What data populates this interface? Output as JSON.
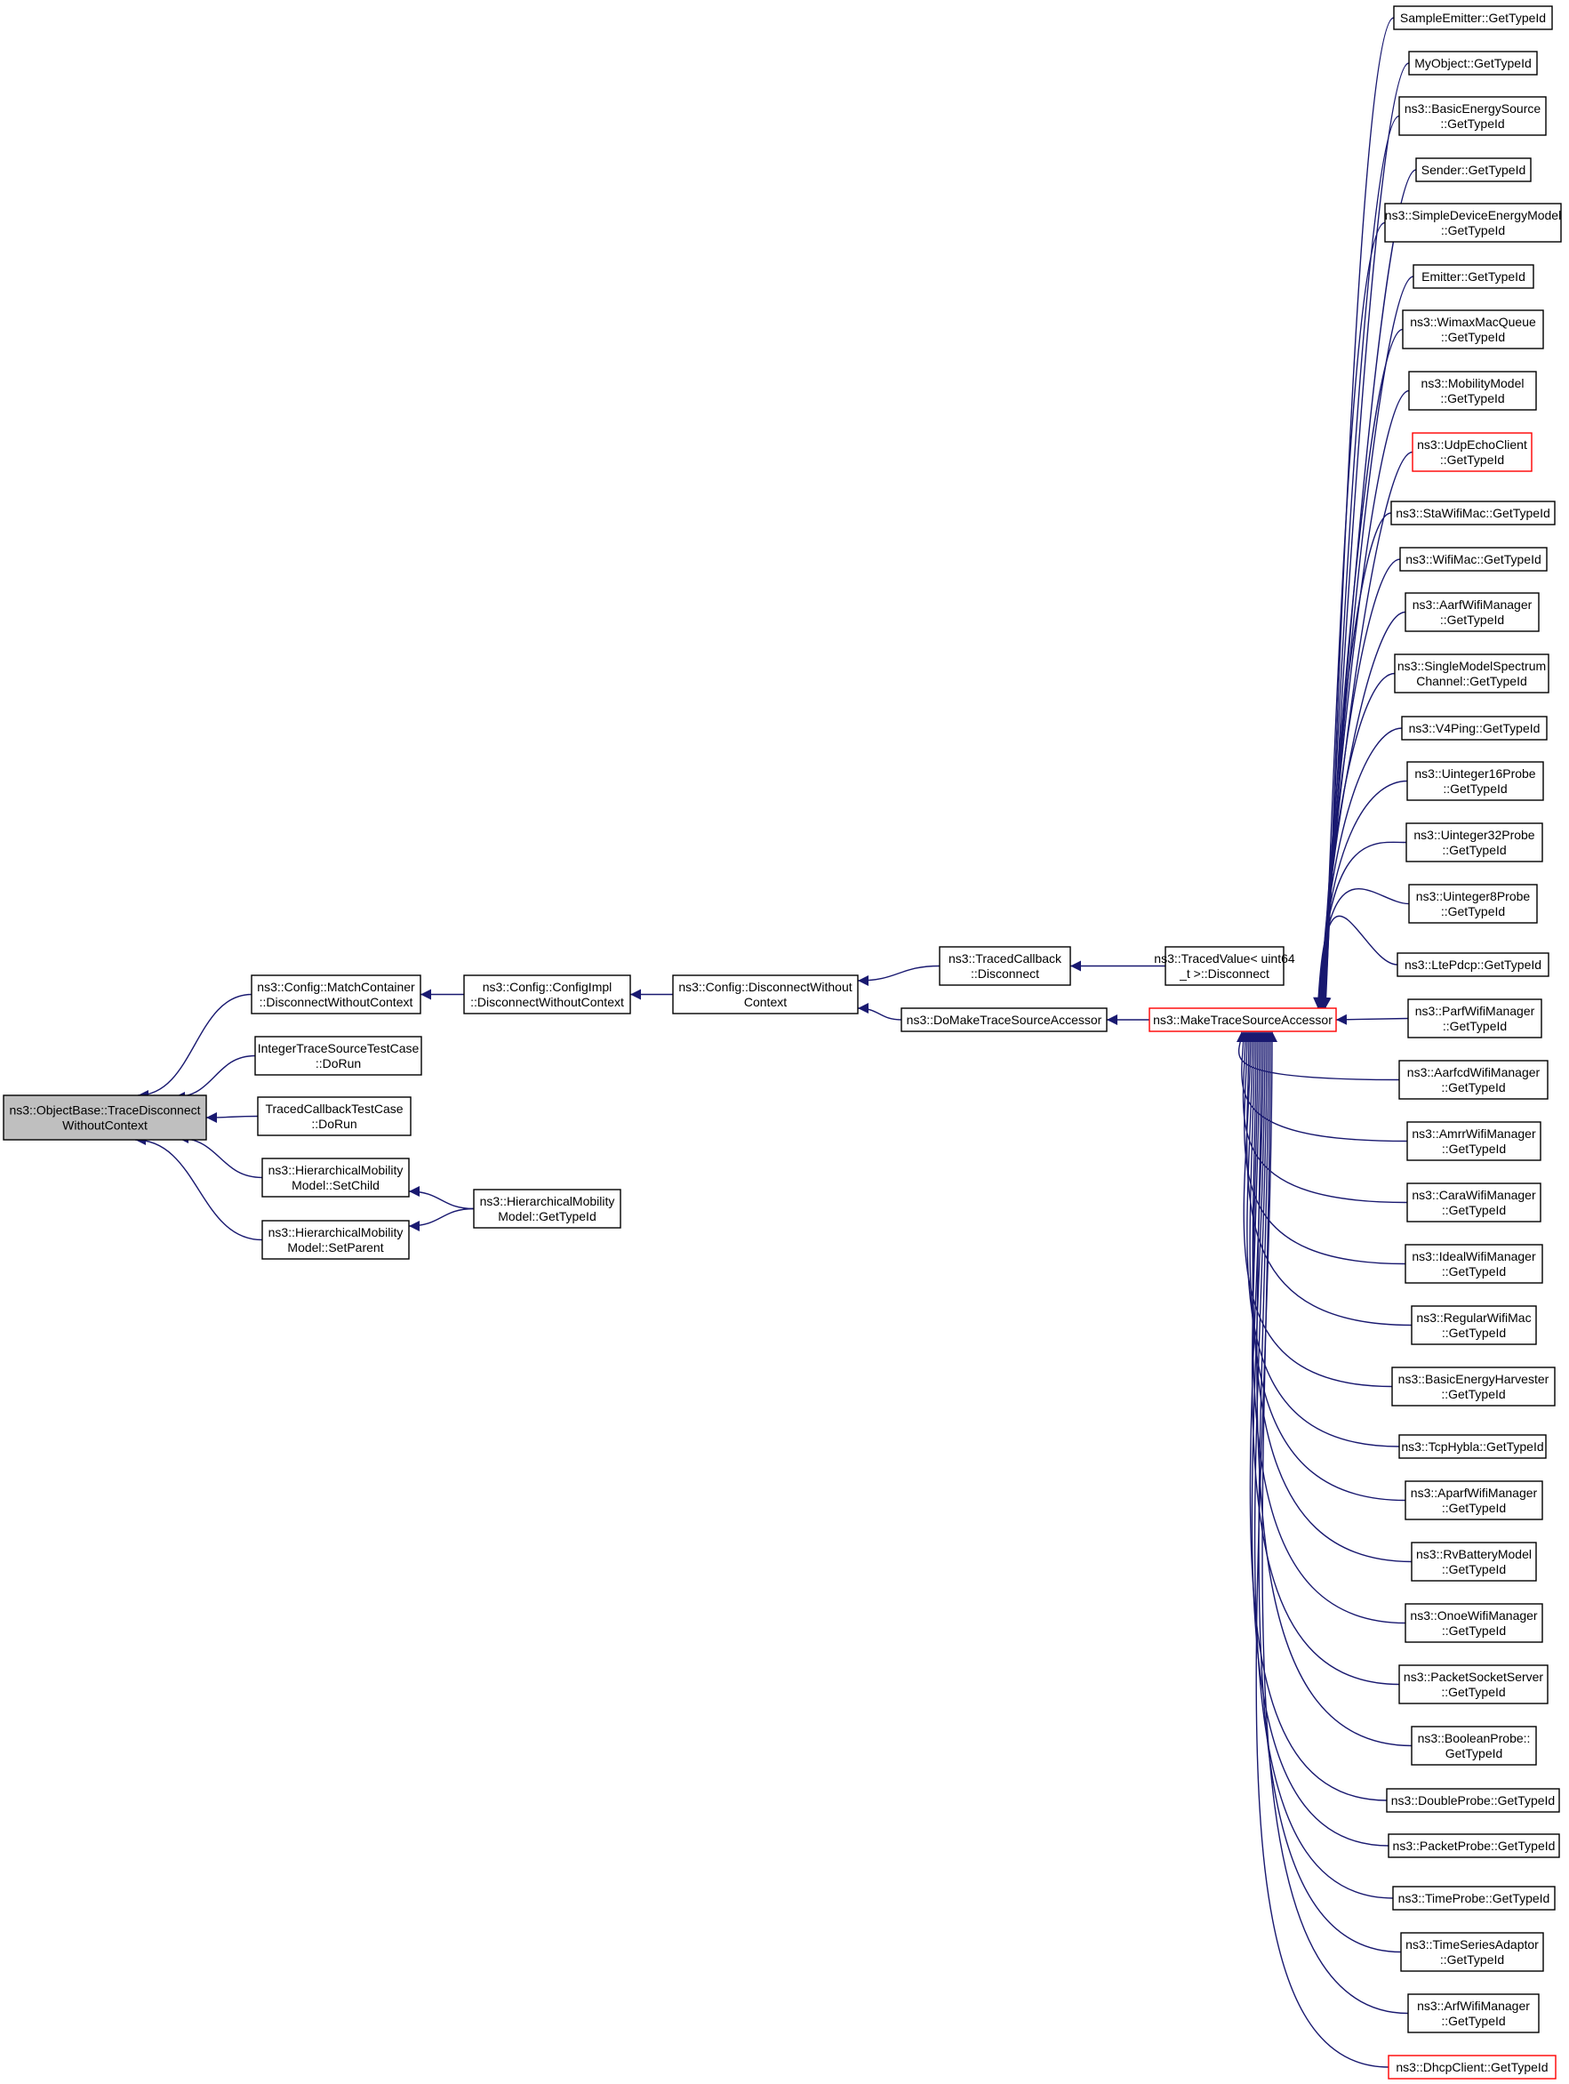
{
  "colors": {
    "edge": "#191970",
    "node_border": "#000000",
    "node_border_incomplete": "#ff0000",
    "node_fill": "#ffffff",
    "root_fill": "#bfbfbf",
    "text": "#000000"
  },
  "root": {
    "id": "root",
    "lines": [
      "ns3::ObjectBase::TraceDisconnect",
      "WithoutContext"
    ]
  },
  "level1": [
    {
      "id": "matchcontainer",
      "lines": [
        "ns3::Config::MatchContainer",
        "::DisconnectWithoutContext"
      ]
    },
    {
      "id": "integertest",
      "lines": [
        "IntegerTraceSourceTestCase",
        "::DoRun"
      ]
    },
    {
      "id": "tracedcbtest",
      "lines": [
        "TracedCallbackTestCase",
        "::DoRun"
      ]
    },
    {
      "id": "setchild",
      "lines": [
        "ns3::HierarchicalMobility",
        "Model::SetChild"
      ]
    },
    {
      "id": "setparent",
      "lines": [
        "ns3::HierarchicalMobility",
        "Model::SetParent"
      ]
    }
  ],
  "level2": [
    {
      "id": "configimpl",
      "lines": [
        "ns3::Config::ConfigImpl",
        "::DisconnectWithoutContext"
      ]
    },
    {
      "id": "hiergettypeid",
      "lines": [
        "ns3::HierarchicalMobility",
        "Model::GetTypeId"
      ]
    }
  ],
  "level3": [
    {
      "id": "configdisconnect",
      "lines": [
        "ns3::Config::DisconnectWithout",
        "Context"
      ]
    }
  ],
  "level4": [
    {
      "id": "tracedcallback",
      "lines": [
        "ns3::TracedCallback",
        "::Disconnect"
      ]
    },
    {
      "id": "domake",
      "lines": [
        "ns3::DoMakeTraceSourceAccessor"
      ]
    }
  ],
  "level5": [
    {
      "id": "tracedvalue",
      "lines": [
        "ns3::TracedValue< uint64",
        "_t >::Disconnect"
      ]
    },
    {
      "id": "maketsa",
      "lines": [
        "ns3::MakeTraceSourceAccessor"
      ],
      "incomplete": true
    }
  ],
  "callers": [
    {
      "lines": [
        "SampleEmitter::GetTypeId"
      ]
    },
    {
      "lines": [
        "MyObject::GetTypeId"
      ]
    },
    {
      "lines": [
        "ns3::BasicEnergySource",
        "::GetTypeId"
      ]
    },
    {
      "lines": [
        "Sender::GetTypeId"
      ]
    },
    {
      "lines": [
        "ns3::SimpleDeviceEnergyModel",
        "::GetTypeId"
      ]
    },
    {
      "lines": [
        "Emitter::GetTypeId"
      ]
    },
    {
      "lines": [
        "ns3::WimaxMacQueue",
        "::GetTypeId"
      ]
    },
    {
      "lines": [
        "ns3::MobilityModel",
        "::GetTypeId"
      ]
    },
    {
      "lines": [
        "ns3::UdpEchoClient",
        "::GetTypeId"
      ],
      "incomplete": true
    },
    {
      "lines": [
        "ns3::StaWifiMac::GetTypeId"
      ]
    },
    {
      "lines": [
        "ns3::WifiMac::GetTypeId"
      ]
    },
    {
      "lines": [
        "ns3::AarfWifiManager",
        "::GetTypeId"
      ]
    },
    {
      "lines": [
        "ns3::SingleModelSpectrum",
        "Channel::GetTypeId"
      ]
    },
    {
      "lines": [
        "ns3::V4Ping::GetTypeId"
      ]
    },
    {
      "lines": [
        "ns3::Uinteger16Probe",
        "::GetTypeId"
      ]
    },
    {
      "lines": [
        "ns3::Uinteger32Probe",
        "::GetTypeId"
      ]
    },
    {
      "lines": [
        "ns3::Uinteger8Probe",
        "::GetTypeId"
      ]
    },
    {
      "lines": [
        "ns3::LtePdcp::GetTypeId"
      ]
    },
    {
      "lines": [
        "ns3::ParfWifiManager",
        "::GetTypeId"
      ]
    },
    {
      "lines": [
        "ns3::AarfcdWifiManager",
        "::GetTypeId"
      ]
    },
    {
      "lines": [
        "ns3::AmrrWifiManager",
        "::GetTypeId"
      ]
    },
    {
      "lines": [
        "ns3::CaraWifiManager",
        "::GetTypeId"
      ]
    },
    {
      "lines": [
        "ns3::IdealWifiManager",
        "::GetTypeId"
      ]
    },
    {
      "lines": [
        "ns3::RegularWifiMac",
        "::GetTypeId"
      ]
    },
    {
      "lines": [
        "ns3::BasicEnergyHarvester",
        "::GetTypeId"
      ]
    },
    {
      "lines": [
        "ns3::TcpHybla::GetTypeId"
      ]
    },
    {
      "lines": [
        "ns3::AparfWifiManager",
        "::GetTypeId"
      ]
    },
    {
      "lines": [
        "ns3::RvBatteryModel",
        "::GetTypeId"
      ]
    },
    {
      "lines": [
        "ns3::OnoeWifiManager",
        "::GetTypeId"
      ]
    },
    {
      "lines": [
        "ns3::PacketSocketServer",
        "::GetTypeId"
      ]
    },
    {
      "lines": [
        "ns3::BooleanProbe::",
        "GetTypeId"
      ]
    },
    {
      "lines": [
        "ns3::DoubleProbe::GetTypeId"
      ]
    },
    {
      "lines": [
        "ns3::PacketProbe::GetTypeId"
      ]
    },
    {
      "lines": [
        "ns3::TimeProbe::GetTypeId"
      ]
    },
    {
      "lines": [
        "ns3::TimeSeriesAdaptor",
        "::GetTypeId"
      ]
    },
    {
      "lines": [
        "ns3::ArfWifiManager",
        "::GetTypeId"
      ]
    },
    {
      "lines": [
        "ns3::DhcpClient::GetTypeId"
      ],
      "incomplete": true
    }
  ],
  "edges": [
    [
      "matchcontainer",
      "root"
    ],
    [
      "integertest",
      "root"
    ],
    [
      "tracedcbtest",
      "root"
    ],
    [
      "setchild",
      "root"
    ],
    [
      "setparent",
      "root"
    ],
    [
      "configimpl",
      "matchcontainer"
    ],
    [
      "hiergettypeid",
      "setchild"
    ],
    [
      "hiergettypeid",
      "setparent"
    ],
    [
      "configdisconnect",
      "configimpl"
    ],
    [
      "tracedcallback",
      "configdisconnect"
    ],
    [
      "domake",
      "configdisconnect"
    ],
    [
      "tracedvalue",
      "tracedcallback"
    ],
    [
      "maketsa",
      "domake"
    ]
  ]
}
